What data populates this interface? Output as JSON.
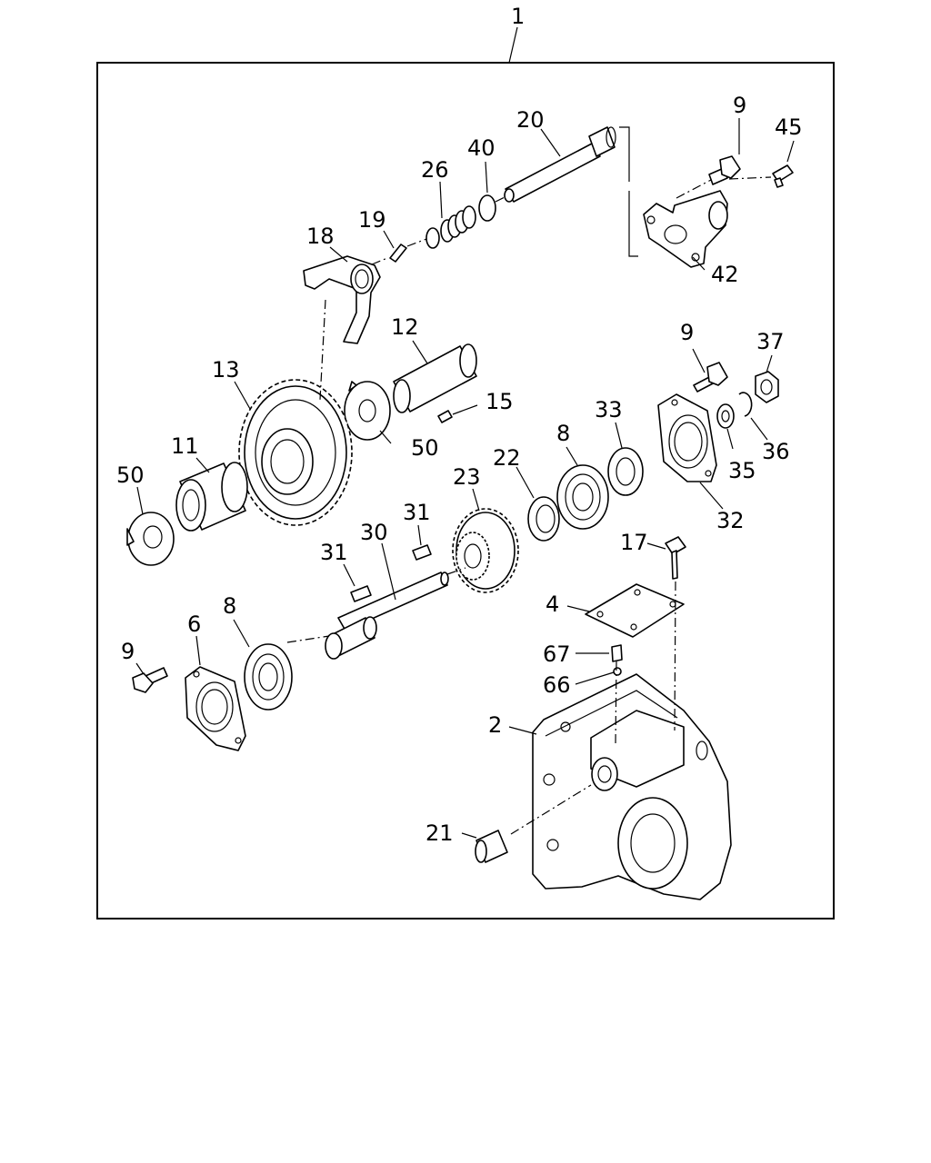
{
  "diagram": {
    "assembly_number": "1",
    "callouts": [
      {
        "id": "c2",
        "label": "2"
      },
      {
        "id": "c4",
        "label": "4"
      },
      {
        "id": "c6",
        "label": "6"
      },
      {
        "id": "c8a",
        "label": "8"
      },
      {
        "id": "c8b",
        "label": "8"
      },
      {
        "id": "c9a",
        "label": "9"
      },
      {
        "id": "c9b",
        "label": "9"
      },
      {
        "id": "c9c",
        "label": "9"
      },
      {
        "id": "c11",
        "label": "11"
      },
      {
        "id": "c12",
        "label": "12"
      },
      {
        "id": "c13",
        "label": "13"
      },
      {
        "id": "c15",
        "label": "15"
      },
      {
        "id": "c17",
        "label": "17"
      },
      {
        "id": "c18",
        "label": "18"
      },
      {
        "id": "c19",
        "label": "19"
      },
      {
        "id": "c20",
        "label": "20"
      },
      {
        "id": "c21",
        "label": "21"
      },
      {
        "id": "c22",
        "label": "22"
      },
      {
        "id": "c23",
        "label": "23"
      },
      {
        "id": "c26",
        "label": "26"
      },
      {
        "id": "c30",
        "label": "30"
      },
      {
        "id": "c31a",
        "label": "31"
      },
      {
        "id": "c31b",
        "label": "31"
      },
      {
        "id": "c32",
        "label": "32"
      },
      {
        "id": "c33",
        "label": "33"
      },
      {
        "id": "c35",
        "label": "35"
      },
      {
        "id": "c36",
        "label": "36"
      },
      {
        "id": "c37",
        "label": "37"
      },
      {
        "id": "c40",
        "label": "40"
      },
      {
        "id": "c42",
        "label": "42"
      },
      {
        "id": "c45",
        "label": "45"
      },
      {
        "id": "c50a",
        "label": "50"
      },
      {
        "id": "c50b",
        "label": "50"
      },
      {
        "id": "c66",
        "label": "66"
      },
      {
        "id": "c67",
        "label": "67"
      }
    ]
  }
}
